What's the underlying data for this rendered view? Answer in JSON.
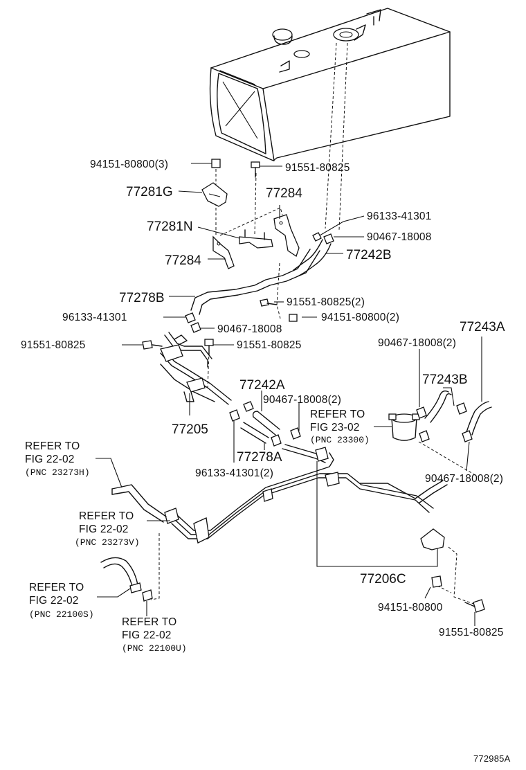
{
  "labels": {
    "p94151_80800_3": "94151-80800(3)",
    "p91551_80825_top": "91551-80825",
    "p77281G": "77281G",
    "p77284_top": "77284",
    "p77281N": "77281N",
    "p96133_41301_right": "96133-41301",
    "p90467_18008_right": "90467-18008",
    "p77284_bottom": "77284",
    "p77242B": "77242B",
    "p77278B": "77278B",
    "p91551_80825_2": "91551-80825(2)",
    "p96133_41301_left": "96133-41301",
    "p94151_80800_2": "94151-80800(2)",
    "p90467_18008_mid": "90467-18008",
    "p91551_80825_left": "91551-80825",
    "p91551_80825_mid": "91551-80825",
    "p77243A": "77243A",
    "p90467_18008_2_top": "90467-18008(2)",
    "p77242A": "77242A",
    "p77243B": "77243B",
    "p90467_18008_2_mid": "90467-18008(2)",
    "p77205": "77205",
    "p77278A": "77278A",
    "p96133_41301_2": "96133-41301(2)",
    "p90467_18008_2_right": "90467-18008(2)",
    "p77206C": "77206C",
    "p94151_80800_bottom": "94151-80800",
    "p91551_80825_bottom": "91551-80825",
    "refer_fig23": {
      "l1": "REFER TO",
      "l2": "FIG 23-02",
      "l3": "(PNC 23300)"
    },
    "refer_23273H": {
      "l1": "REFER TO",
      "l2": "FIG 22-02",
      "l3": "(PNC 23273H)"
    },
    "refer_23273V": {
      "l1": "REFER TO",
      "l2": "FIG 22-02",
      "l3": "(PNC 23273V)"
    },
    "refer_22100S": {
      "l1": "REFER TO",
      "l2": "FIG 22-02",
      "l3": "(PNC 22100S)"
    },
    "refer_22100U": {
      "l1": "REFER TO",
      "l2": "FIG 22-02",
      "l3": "(PNC 22100U)"
    },
    "figure_id": "772985A"
  }
}
